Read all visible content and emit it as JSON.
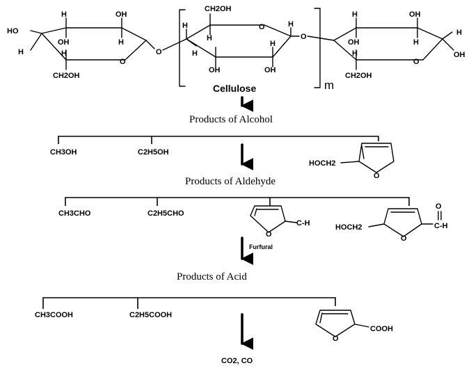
{
  "cellulose": {
    "left_ring": {
      "substituents": [
        "HO",
        "H",
        "H",
        "OH",
        "OH",
        "H",
        "H",
        "CH2OH"
      ],
      "ring_oxygen": "O"
    },
    "bridge_oxygens": [
      "O",
      "O"
    ],
    "middle_ring": {
      "substituents": [
        "CH2OH",
        "H",
        "H",
        "H",
        "OH",
        "OH",
        "H",
        "H"
      ],
      "ring_oxygen": "O"
    },
    "right_ring": {
      "substituents": [
        "H",
        "OH",
        "OH",
        "H",
        "H",
        "H",
        "OH",
        "CH2OH"
      ],
      "ring_oxygen": "O"
    },
    "repeat_subscript": "m",
    "name": "Cellulose"
  },
  "stages": [
    {
      "heading": "Products of Alcohol",
      "products": [
        "CH3OH",
        "C2H5OH",
        "HOCH2"
      ],
      "furan_oxygen": "O"
    },
    {
      "heading": "Products of Aldehyde",
      "products": [
        "CH3CHO",
        "C2H5CHO",
        "C-H",
        "HOCH2",
        "C-H"
      ],
      "aldehyde_oxygen": "O",
      "furan_oxygen": "O",
      "arrow_label": "Furfural"
    },
    {
      "heading": "Products of Acid",
      "products": [
        "CH3COOH",
        "C2H5COOH",
        "COOH"
      ],
      "furan_oxygen": "O"
    }
  ],
  "final_products": "CO2, CO"
}
